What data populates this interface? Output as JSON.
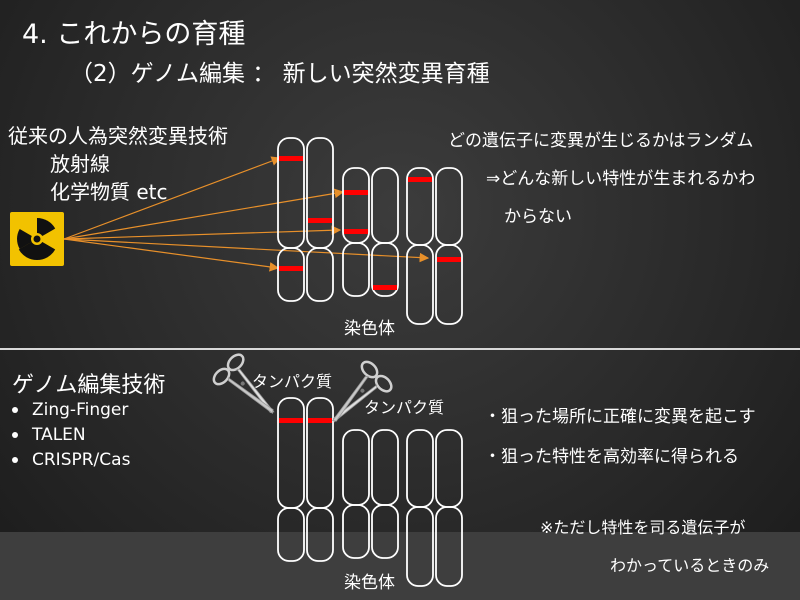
{
  "title": "4. これからの育種",
  "subtitle": "（2）ゲノム編集 ： 新しい突然変異育種",
  "top": {
    "conventional_heading": "従来の人為突然変異技術",
    "methods": [
      "放射線",
      "化学物質 etc"
    ],
    "note_line1": "どの遺伝子に変異が生じるかはランダム",
    "note_line2": "⇒どんな新しい特性が生まれるかわ",
    "note_line3": "からない",
    "chromosome_label": "染色体",
    "radiation_icon": "radiation-hazard-icon"
  },
  "bottom": {
    "heading": "ゲノム編集技術",
    "techniques": [
      "Zing-Finger",
      "TALEN",
      "CRISPR/Cas"
    ],
    "protein_label_1": "タンパク質",
    "protein_label_2": "タンパク質",
    "point1": "・狙った場所に正確に変異を起こす",
    "point2": "・狙った特性を高効率に得られる",
    "footnote_line1": "※ただし特性を司る遺伝子が",
    "footnote_line2": "わかっているときのみ",
    "chromosome_label": "染色体",
    "scissors_icon": "scissors-icon"
  },
  "colors": {
    "mutation": "#ff0000",
    "arrow": "#e8902a",
    "radiation_bg": "#f2c200",
    "outline": "#ffffff"
  }
}
